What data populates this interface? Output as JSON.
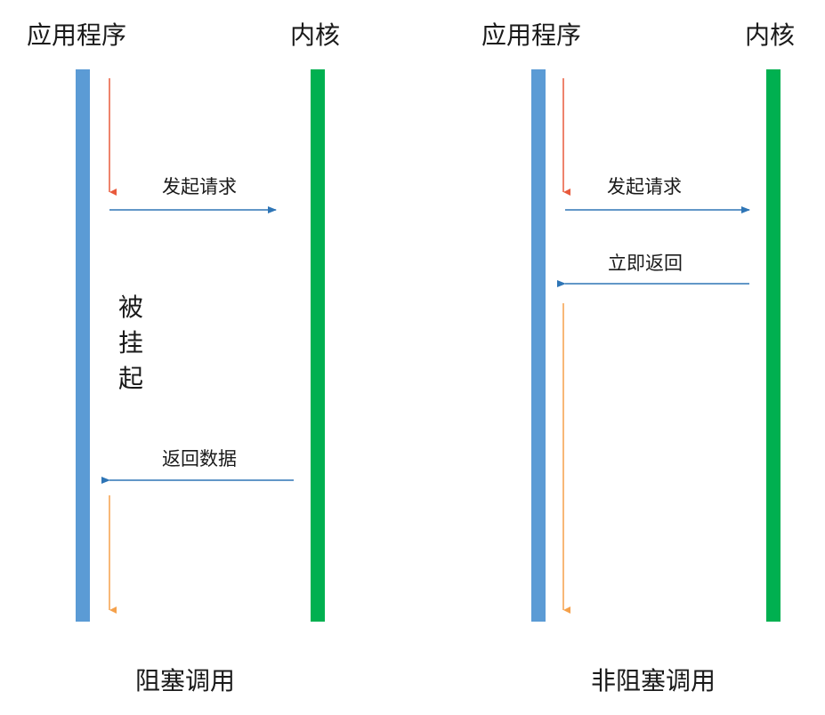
{
  "colors": {
    "app_lifeline": "#5b9bd5",
    "kernel_lifeline": "#00b050",
    "message_arrow": "#2e75b6",
    "running_arrow_initial": "#e85a3c",
    "running_arrow_after": "#f5a14b"
  },
  "blocking": {
    "app_label": "应用程序",
    "kernel_label": "内核",
    "request_label": "发起请求",
    "suspended_chars": [
      "被",
      "挂",
      "起"
    ],
    "return_label": "返回数据",
    "caption": "阻塞调用"
  },
  "nonblocking": {
    "app_label": "应用程序",
    "kernel_label": "内核",
    "request_label": "发起请求",
    "return_label": "立即返回",
    "caption": "非阻塞调用"
  }
}
